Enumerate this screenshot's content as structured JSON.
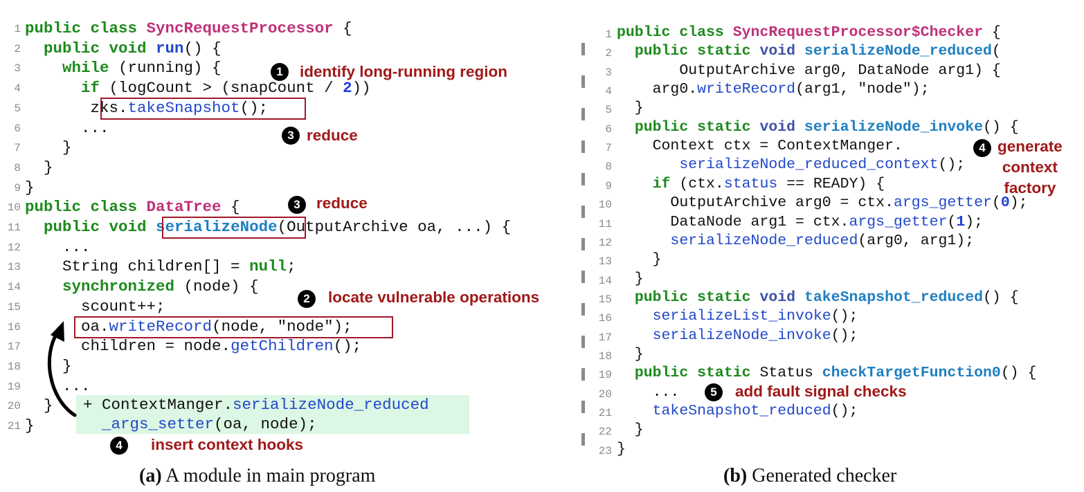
{
  "left": {
    "caption_label": "(a)",
    "caption_text": " A module in main program",
    "line_numbers": [
      "1",
      "2",
      "3",
      "4",
      "5",
      "6",
      "7",
      "8",
      "9",
      "10",
      "11",
      "12",
      "13",
      "14",
      "15",
      "16",
      "17",
      "18",
      "19",
      "20",
      "21"
    ],
    "lines": [
      [
        {
          "t": "public class ",
          "c": "kw"
        },
        {
          "t": "SyncRequestProcessor",
          "c": "cls"
        },
        {
          "t": " {"
        }
      ],
      [
        {
          "t": "  "
        },
        {
          "t": "public void ",
          "c": "kw"
        },
        {
          "t": "run",
          "c": "fnr"
        },
        {
          "t": "() {"
        }
      ],
      [
        {
          "t": "    "
        },
        {
          "t": "while",
          "c": "kw"
        },
        {
          "t": " (running) {"
        }
      ],
      [
        {
          "t": "      "
        },
        {
          "t": "if",
          "c": "kw"
        },
        {
          "t": " (logCount > (snapCount / "
        },
        {
          "t": "2",
          "c": "num"
        },
        {
          "t": "))"
        }
      ],
      [
        {
          "t": "       zks."
        },
        {
          "t": "takeSnapshot",
          "c": "fn"
        },
        {
          "t": "();"
        }
      ],
      [
        {
          "t": "      ..."
        }
      ],
      [
        {
          "t": "    }"
        }
      ],
      [
        {
          "t": "  }"
        }
      ],
      [
        {
          "t": "}"
        }
      ],
      [
        {
          "t": "public class ",
          "c": "kw"
        },
        {
          "t": "DataTree",
          "c": "cls"
        },
        {
          "t": " {"
        }
      ],
      [
        {
          "t": "  "
        },
        {
          "t": "public void ",
          "c": "kw"
        },
        {
          "t": "serializeNode",
          "c": "fnb"
        },
        {
          "t": "(OutputArchive oa, ...) {"
        }
      ],
      [
        {
          "t": "    ..."
        }
      ],
      [
        {
          "t": "    String children[] = "
        },
        {
          "t": "null",
          "c": "kw"
        },
        {
          "t": ";"
        }
      ],
      [
        {
          "t": "    "
        },
        {
          "t": "synchronized",
          "c": "kw"
        },
        {
          "t": " (node) {"
        }
      ],
      [
        {
          "t": "      scount++;"
        }
      ],
      [
        {
          "t": "      oa."
        },
        {
          "t": "writeRecord",
          "c": "fn"
        },
        {
          "t": "(node, \"node\");"
        }
      ],
      [
        {
          "t": "      children = node."
        },
        {
          "t": "getChildren",
          "c": "fn"
        },
        {
          "t": "();"
        }
      ],
      [
        {
          "t": "    }"
        }
      ],
      [
        {
          "t": "    ..."
        }
      ],
      [
        {
          "t": "  }"
        }
      ],
      [
        {
          "t": "}"
        }
      ]
    ],
    "hook_lines": [
      [
        {
          "t": "+ ContextManger."
        },
        {
          "t": "serializeNode_reduced",
          "c": "fn"
        }
      ],
      [
        {
          "t": "  "
        },
        {
          "t": "_args_setter",
          "c": "fn"
        },
        {
          "t": "(oa, node);"
        }
      ]
    ],
    "annotations": {
      "a1_num": "1",
      "a1_text": "identify long-running region",
      "a3a_num": "3",
      "a3a_text": "reduce",
      "a3b_num": "3",
      "a3b_text": "reduce",
      "a2_num": "2",
      "a2_text": "locate vulnerable operations",
      "a4_num": "4",
      "a4_text": "insert context hooks"
    }
  },
  "right": {
    "caption_label": "(b)",
    "caption_text": " Generated checker",
    "line_numbers": [
      "1",
      "2",
      "3",
      "4",
      "5",
      "6",
      "7",
      "8",
      "9",
      "10",
      "11",
      "12",
      "13",
      "14",
      "15",
      "16",
      "17",
      "18",
      "19",
      "20",
      "21",
      "22",
      "23"
    ],
    "lines": [
      [
        {
          "t": "public class ",
          "c": "kw"
        },
        {
          "t": "SyncRequestProcessor$Checker",
          "c": "cls"
        },
        {
          "t": " {"
        }
      ],
      [
        {
          "t": "  "
        },
        {
          "t": "public static ",
          "c": "kw"
        },
        {
          "t": "void ",
          "c": "kb"
        },
        {
          "t": "serializeNode_reduced",
          "c": "fnb"
        },
        {
          "t": "("
        }
      ],
      [
        {
          "t": "       OutputArchive arg0, DataNode arg1) {"
        }
      ],
      [
        {
          "t": "    arg0."
        },
        {
          "t": "writeRecord",
          "c": "fn"
        },
        {
          "t": "(arg1, \"node\");"
        }
      ],
      [
        {
          "t": "  }"
        }
      ],
      [
        {
          "t": "  "
        },
        {
          "t": "public static ",
          "c": "kw"
        },
        {
          "t": "void ",
          "c": "kb"
        },
        {
          "t": "serializeNode_invoke",
          "c": "fnb"
        },
        {
          "t": "() {"
        }
      ],
      [
        {
          "t": "    Context ctx = ContextManger."
        }
      ],
      [
        {
          "t": "       "
        },
        {
          "t": "serializeNode_reduced_context",
          "c": "fn"
        },
        {
          "t": "();"
        }
      ],
      [
        {
          "t": "    "
        },
        {
          "t": "if",
          "c": "kw"
        },
        {
          "t": " (ctx."
        },
        {
          "t": "status",
          "c": "fn"
        },
        {
          "t": " == READY) {"
        }
      ],
      [
        {
          "t": "      OutputArchive arg0 = ctx."
        },
        {
          "t": "args_getter",
          "c": "fn"
        },
        {
          "t": "("
        },
        {
          "t": "0",
          "c": "num"
        },
        {
          "t": ");"
        }
      ],
      [
        {
          "t": "      DataNode arg1 = ctx."
        },
        {
          "t": "args_getter",
          "c": "fn"
        },
        {
          "t": "("
        },
        {
          "t": "1",
          "c": "num"
        },
        {
          "t": ");"
        }
      ],
      [
        {
          "t": "      "
        },
        {
          "t": "serializeNode_reduced",
          "c": "fn"
        },
        {
          "t": "(arg0, arg1);"
        }
      ],
      [
        {
          "t": "    }"
        }
      ],
      [
        {
          "t": "  }"
        }
      ],
      [
        {
          "t": "  "
        },
        {
          "t": "public static ",
          "c": "kw"
        },
        {
          "t": "void ",
          "c": "kb"
        },
        {
          "t": "takeSnapshot_reduced",
          "c": "fnb"
        },
        {
          "t": "() {"
        }
      ],
      [
        {
          "t": "    "
        },
        {
          "t": "serializeList_invoke",
          "c": "fn"
        },
        {
          "t": "();"
        }
      ],
      [
        {
          "t": "    "
        },
        {
          "t": "serializeNode_invoke",
          "c": "fn"
        },
        {
          "t": "();"
        }
      ],
      [
        {
          "t": "  }"
        }
      ],
      [
        {
          "t": "  "
        },
        {
          "t": "public static ",
          "c": "kw"
        },
        {
          "t": "Status "
        },
        {
          "t": "checkTargetFunction0",
          "c": "fnb"
        },
        {
          "t": "() {"
        }
      ],
      [
        {
          "t": "    ..."
        }
      ],
      [
        {
          "t": "    "
        },
        {
          "t": "takeSnapshot_reduced",
          "c": "fn"
        },
        {
          "t": "();"
        }
      ],
      [
        {
          "t": "  }"
        }
      ],
      [
        {
          "t": "}"
        }
      ]
    ],
    "annotations": {
      "b4_num": "4",
      "b4_l1": "generate",
      "b4_l2": "context",
      "b4_l3": "factory",
      "b5_num": "5",
      "b5_text": "add fault signal checks"
    }
  }
}
